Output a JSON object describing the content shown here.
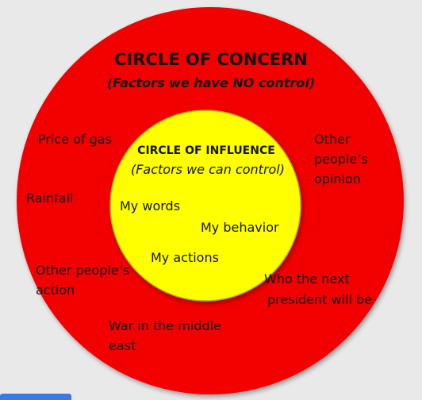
{
  "diagram": {
    "colors": {
      "background": "#e9e9e9",
      "outer_circle": "#f20000",
      "inner_circle": "#ffff00",
      "accent_tab": "#3b78e7"
    },
    "outer": {
      "title": "CIRCLE OF CONCERN",
      "subtitle": "(Factors we have NO control)",
      "items": {
        "price_of_gas": "Price of gas",
        "rainfall": "Rainfall",
        "others_opinion_1": "Other",
        "others_opinion_2": "people’s",
        "others_opinion_3": "opinion",
        "others_action_1": "Other people’s",
        "others_action_2": "action",
        "next_president_1": "Who the next",
        "next_president_2": "president will be",
        "war_1": "War in the middle",
        "war_2": "east"
      }
    },
    "inner": {
      "title": "CIRCLE OF INFLUENCE",
      "subtitle": "(Factors we can control)",
      "items": {
        "my_words": "My words",
        "my_behavior": "My behavior",
        "my_actions": "My actions"
      }
    }
  }
}
